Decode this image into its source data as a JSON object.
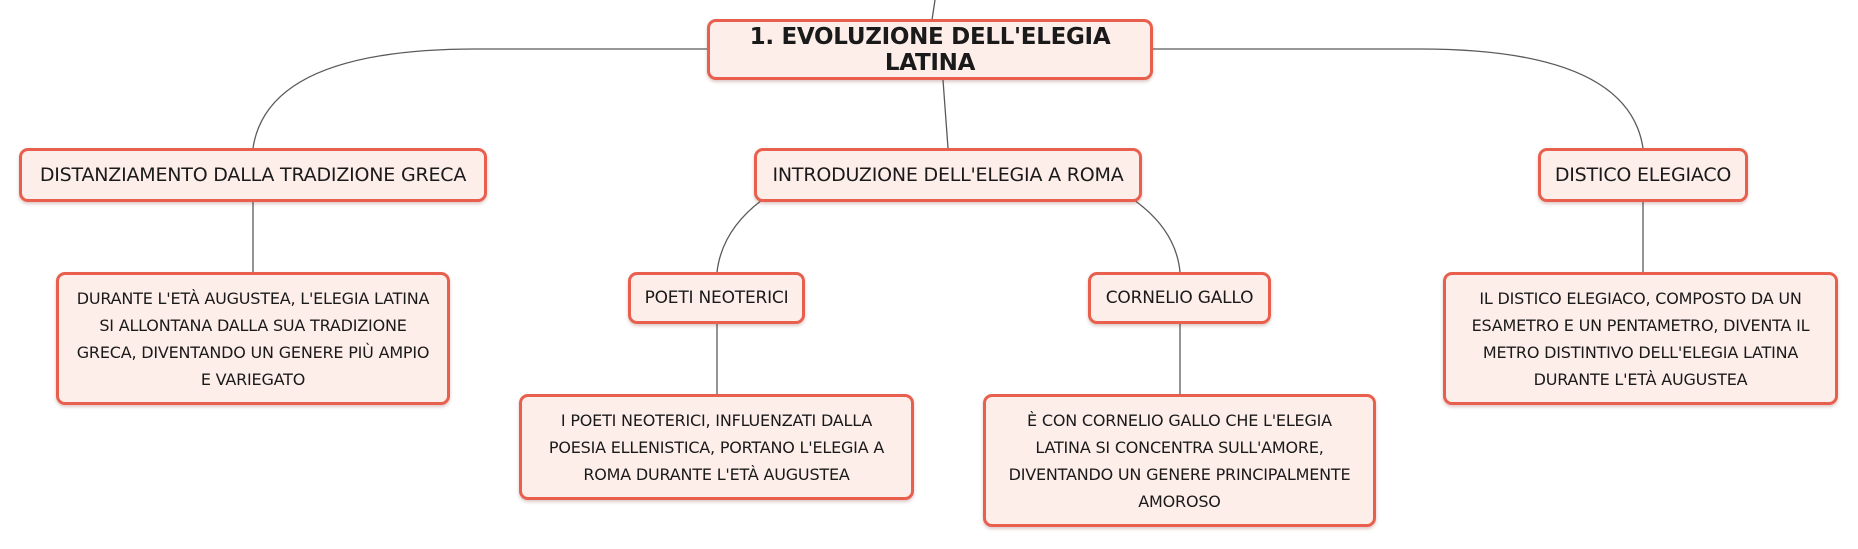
{
  "colors": {
    "node_fill": "#fdeeea",
    "node_border": "#e8604d",
    "connector": "#5a5a5a",
    "text": "#1a1a1a"
  },
  "mindmap": {
    "root": "1. EVOLUZIONE DELL'ELEGIA LATINA",
    "branches": {
      "greek": {
        "title": "DISTANZIAMENTO DALLA TRADIZIONE GRECA",
        "detail": "DURANTE L'ETÀ AUGUSTEA, L'ELEGIA LATINA SI ALLONTANA DALLA SUA TRADIZIONE GRECA, DIVENTANDO UN GENERE PIÙ AMPIO E VARIEGATO"
      },
      "rome": {
        "title": "INTRODUZIONE DELL'ELEGIA A ROMA",
        "neoterics": {
          "title": "POETI NEOTERICI",
          "detail": "I POETI NEOTERICI, INFLUENZATI DALLA POESIA ELLENISTICA, PORTANO L'ELEGIA A ROMA DURANTE L'ETÀ AUGUSTEA"
        },
        "gallus": {
          "title": "CORNELIO GALLO",
          "detail": "È CON CORNELIO GALLO CHE L'ELEGIA LATINA SI CONCENTRA SULL'AMORE, DIVENTANDO UN GENERE PRINCIPALMENTE AMOROSO"
        }
      },
      "distich": {
        "title": "DISTICO ELEGIACO",
        "detail": "IL DISTICO ELEGIACO, COMPOSTO DA UN ESAMETRO E UN PENTAMETRO, DIVENTA IL METRO DISTINTIVO DELL'ELEGIA LATINA DURANTE L'ETÀ AUGUSTEA"
      }
    }
  }
}
